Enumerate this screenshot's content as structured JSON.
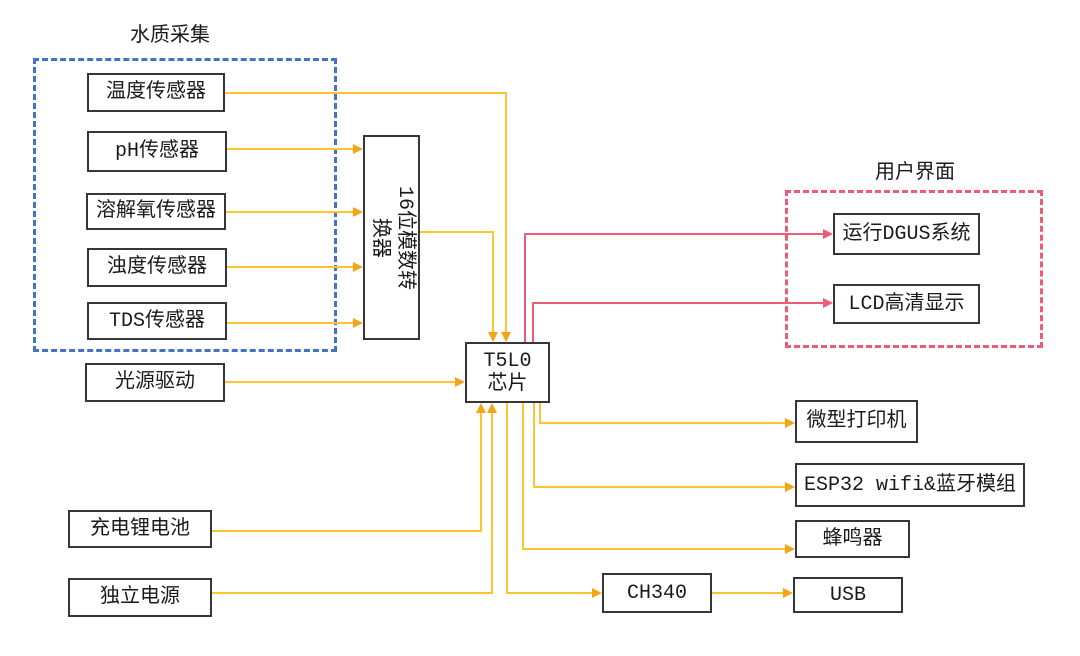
{
  "diagram": {
    "groups": {
      "water_quality": {
        "title": "水质采集",
        "border_color": "#4472c4"
      },
      "user_interface": {
        "title": "用户界面",
        "border_color": "#ec5c74"
      }
    },
    "nodes": {
      "temp_sensor": {
        "label": "温度传感器"
      },
      "ph_sensor": {
        "label": "pH传感器"
      },
      "do_sensor": {
        "label": "溶解氧传感器"
      },
      "turbidity_sensor": {
        "label": "浊度传感器"
      },
      "tds_sensor": {
        "label": "TDS传感器"
      },
      "adc": {
        "label": "16位模数转换器",
        "label_line1": "16位模数转",
        "label_line2": "换器"
      },
      "light_driver": {
        "label": "光源驱动"
      },
      "chip": {
        "label": "T5L0芯片",
        "label_line1": "T5L0",
        "label_line2": "芯片"
      },
      "battery": {
        "label": "充电锂电池"
      },
      "power": {
        "label": "独立电源"
      },
      "dgus": {
        "label": "运行DGUS系统"
      },
      "lcd": {
        "label": "LCD高清显示"
      },
      "printer": {
        "label": "微型打印机"
      },
      "esp32": {
        "label": "ESP32 wifi&蓝牙模组"
      },
      "buzzer": {
        "label": "蜂鸣器"
      },
      "ch340": {
        "label": "CH340"
      },
      "usb": {
        "label": "USB"
      }
    },
    "colors": {
      "wire": "#fcc431",
      "wire_arrow": "#f4a418",
      "pink_wire": "#ec5c74",
      "blue_dash": "#4472c4",
      "box_border": "#363636"
    },
    "edges": [
      {
        "from": "温度传感器",
        "to": "T5L0芯片",
        "color": "yellow"
      },
      {
        "from": "pH传感器",
        "to": "16位模数转换器",
        "color": "yellow"
      },
      {
        "from": "溶解氧传感器",
        "to": "16位模数转换器",
        "color": "yellow"
      },
      {
        "from": "浊度传感器",
        "to": "16位模数转换器",
        "color": "yellow"
      },
      {
        "from": "TDS传感器",
        "to": "16位模数转换器",
        "color": "yellow"
      },
      {
        "from": "16位模数转换器",
        "to": "T5L0芯片",
        "color": "yellow"
      },
      {
        "from": "光源驱动",
        "to": "T5L0芯片",
        "color": "yellow"
      },
      {
        "from": "充电锂电池",
        "to": "T5L0芯片",
        "color": "yellow"
      },
      {
        "from": "独立电源",
        "to": "T5L0芯片",
        "color": "yellow"
      },
      {
        "from": "T5L0芯片",
        "to": "运行DGUS系统",
        "color": "pink"
      },
      {
        "from": "T5L0芯片",
        "to": "LCD高清显示",
        "color": "pink"
      },
      {
        "from": "T5L0芯片",
        "to": "微型打印机",
        "color": "yellow"
      },
      {
        "from": "T5L0芯片",
        "to": "ESP32 wifi&蓝牙模组",
        "color": "yellow"
      },
      {
        "from": "T5L0芯片",
        "to": "蜂鸣器",
        "color": "yellow"
      },
      {
        "from": "T5L0芯片",
        "to": "CH340",
        "color": "yellow"
      },
      {
        "from": "CH340",
        "to": "USB",
        "color": "yellow"
      }
    ]
  }
}
